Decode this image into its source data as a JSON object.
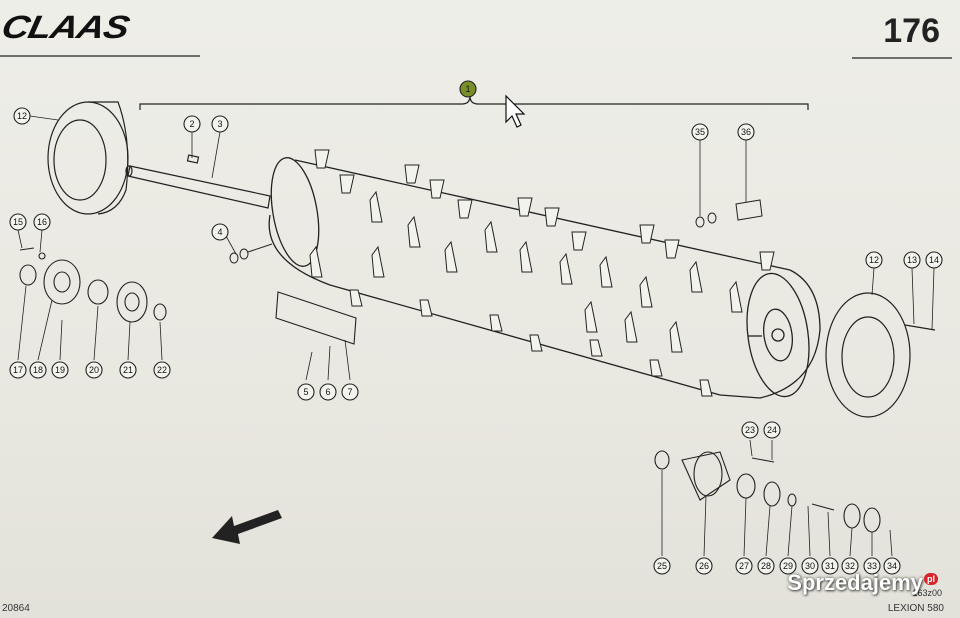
{
  "header": {
    "brand_logo": "CLAAS",
    "page_number": "176"
  },
  "footer": {
    "left_code": "20864",
    "right_code": "163z00",
    "model": "LEXION 580"
  },
  "watermark": {
    "text": "Sprzedajemy",
    "badge": "pl"
  },
  "callouts": [
    "1",
    "2",
    "3",
    "4",
    "5",
    "6",
    "7",
    "12",
    "12",
    "13",
    "14",
    "15",
    "16",
    "17",
    "18",
    "19",
    "20",
    "21",
    "22",
    "23",
    "24",
    "25",
    "26",
    "27",
    "28",
    "29",
    "30",
    "31",
    "32",
    "33",
    "34",
    "35",
    "36"
  ],
  "colors": {
    "line": "#222222",
    "paper": "#eeeee8",
    "highlight": "#7a8f2a"
  }
}
